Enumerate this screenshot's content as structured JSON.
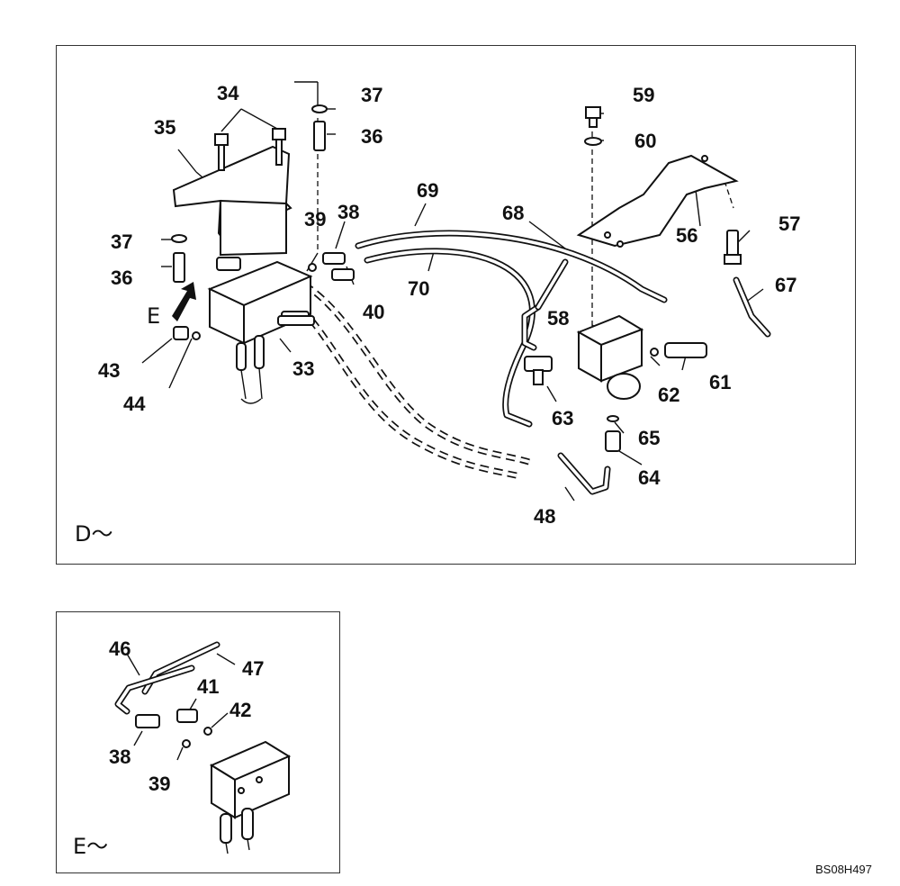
{
  "main_view": {
    "label": "D～",
    "arrow_label": "E",
    "callouts": [
      "34",
      "37",
      "35",
      "36",
      "39",
      "38",
      "69",
      "68",
      "59",
      "60",
      "56",
      "57",
      "37",
      "36",
      "40",
      "70",
      "67",
      "58",
      "61",
      "62",
      "63",
      "65",
      "64",
      "48",
      "43",
      "44",
      "33"
    ]
  },
  "detail_view": {
    "label": "E～",
    "callouts": [
      "46",
      "47",
      "41",
      "42",
      "38",
      "39"
    ]
  },
  "drawing_code": "BS08H497"
}
